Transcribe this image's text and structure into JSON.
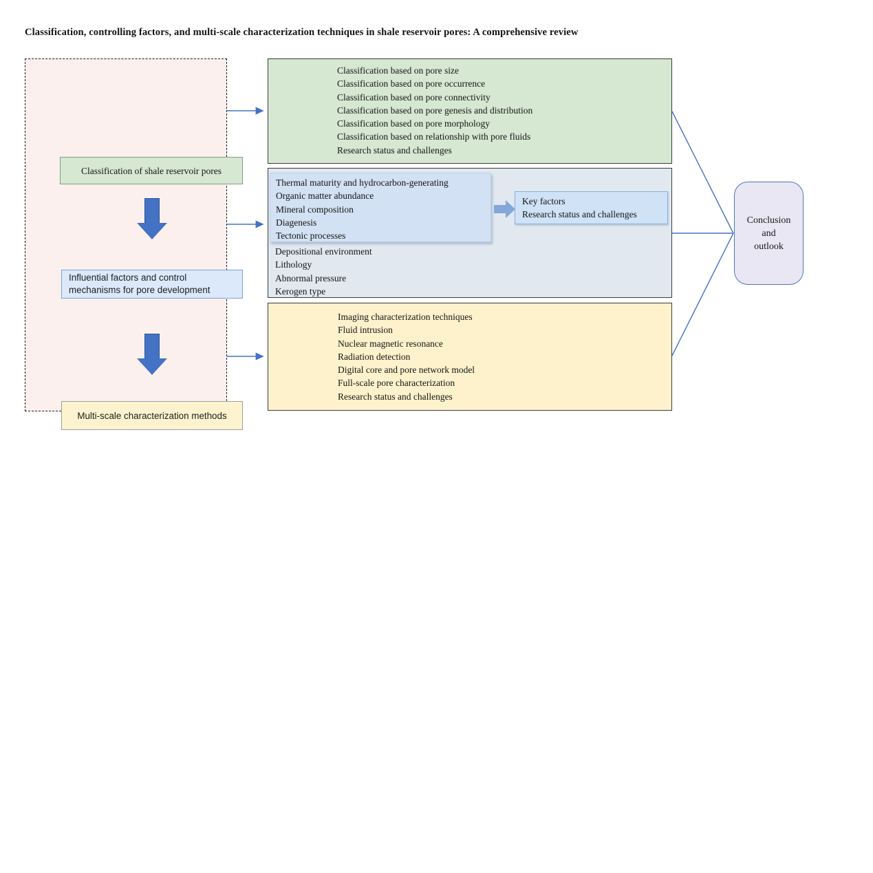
{
  "title": "Classification, controlling factors, and multi-scale characterization techniques in shale reservoir pores: A comprehensive review",
  "left_panel": {
    "classification_label": "Classification of shale reservoir pores",
    "factors_label": "Influential factors and control mechanisms for pore development",
    "methods_label": "Multi-scale characterization methods"
  },
  "classification_box": {
    "items": [
      "Classification based on pore size",
      "Classification based on pore occurrence",
      "Classification based on pore connectivity",
      "Classification based on pore genesis and distribution",
      "Classification based on pore morphology",
      "Classification based on relationship with pore fluids",
      "Research status and challenges"
    ]
  },
  "factors_box": {
    "key_items": [
      "Thermal maturity and hydrocarbon-generating",
      "Organic matter abundance",
      "Mineral composition",
      "Diagenesis",
      "Tectonic processes"
    ],
    "other_items": [
      "Depositional environment",
      "Lithology",
      "Abnormal pressure",
      "Kerogen type"
    ],
    "callout": {
      "line1": "Key factors",
      "line2": "Research status and challenges"
    }
  },
  "methods_box": {
    "items": [
      "Imaging characterization techniques",
      "Fluid intrusion",
      "Nuclear magnetic resonance",
      "Radiation detection",
      "Digital core and pore network model",
      "Full-scale pore characterization",
      "Research status and challenges"
    ]
  },
  "conclusion_box": {
    "line1": "Conclusion",
    "line2": "and",
    "line3": "outlook"
  },
  "colors": {
    "accent_blue": "#4472c4",
    "panel_pink": "#fbf0ee",
    "green_fill": "#d6e8d2",
    "left_blue_fill": "#dbe9fb",
    "yellow_fill": "#fdf2cc",
    "mid_fill": "#e1e8f0",
    "inner_key_fill": "#d2e1f3",
    "callout_fill": "#cfe2f6",
    "conclusion_fill": "#e9e7f4"
  }
}
